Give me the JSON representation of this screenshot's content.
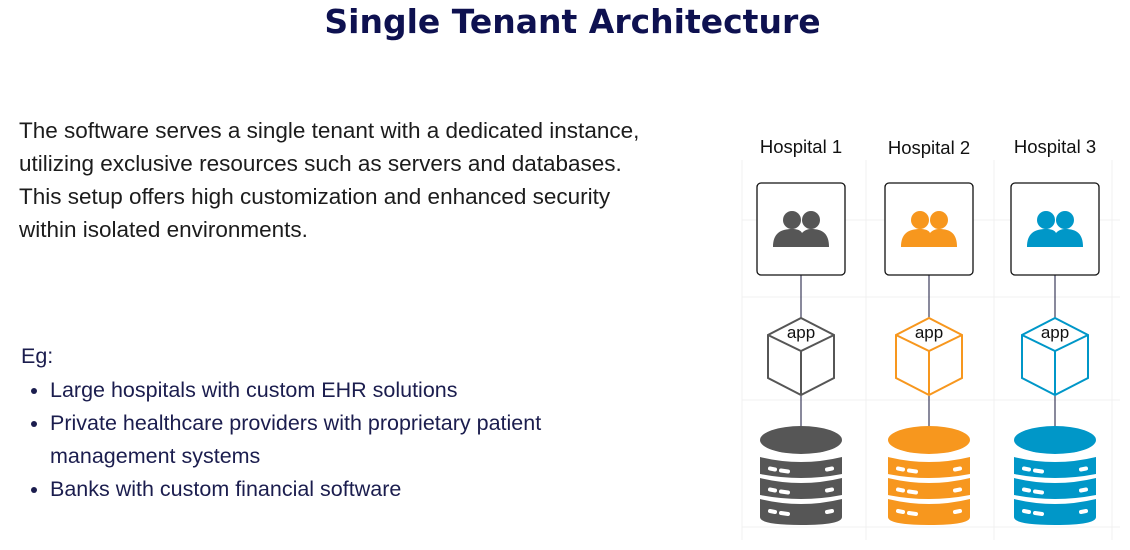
{
  "title": "Single Tenant Architecture",
  "description": "The software serves a single tenant with a dedicated instance, utilizing exclusive resources such as servers and databases. This setup offers high customization and enhanced security within isolated environments.",
  "examples_label": "Eg:",
  "examples": [
    "Large hospitals with custom EHR solutions",
    "Private healthcare providers with proprietary patient management systems",
    "Banks with custom financial software"
  ],
  "tenants": [
    {
      "label": "Hospital 1",
      "app_label": "app",
      "color": "#565656",
      "icons": [
        "users-icon",
        "app-cube-icon",
        "database-icon"
      ]
    },
    {
      "label": "Hospital 2",
      "app_label": "app",
      "color": "#F7971E",
      "icons": [
        "users-icon",
        "app-cube-icon",
        "database-icon"
      ]
    },
    {
      "label": "Hospital 3",
      "app_label": "app",
      "color": "#0097C8",
      "icons": [
        "users-icon",
        "app-cube-icon",
        "database-icon"
      ]
    }
  ]
}
